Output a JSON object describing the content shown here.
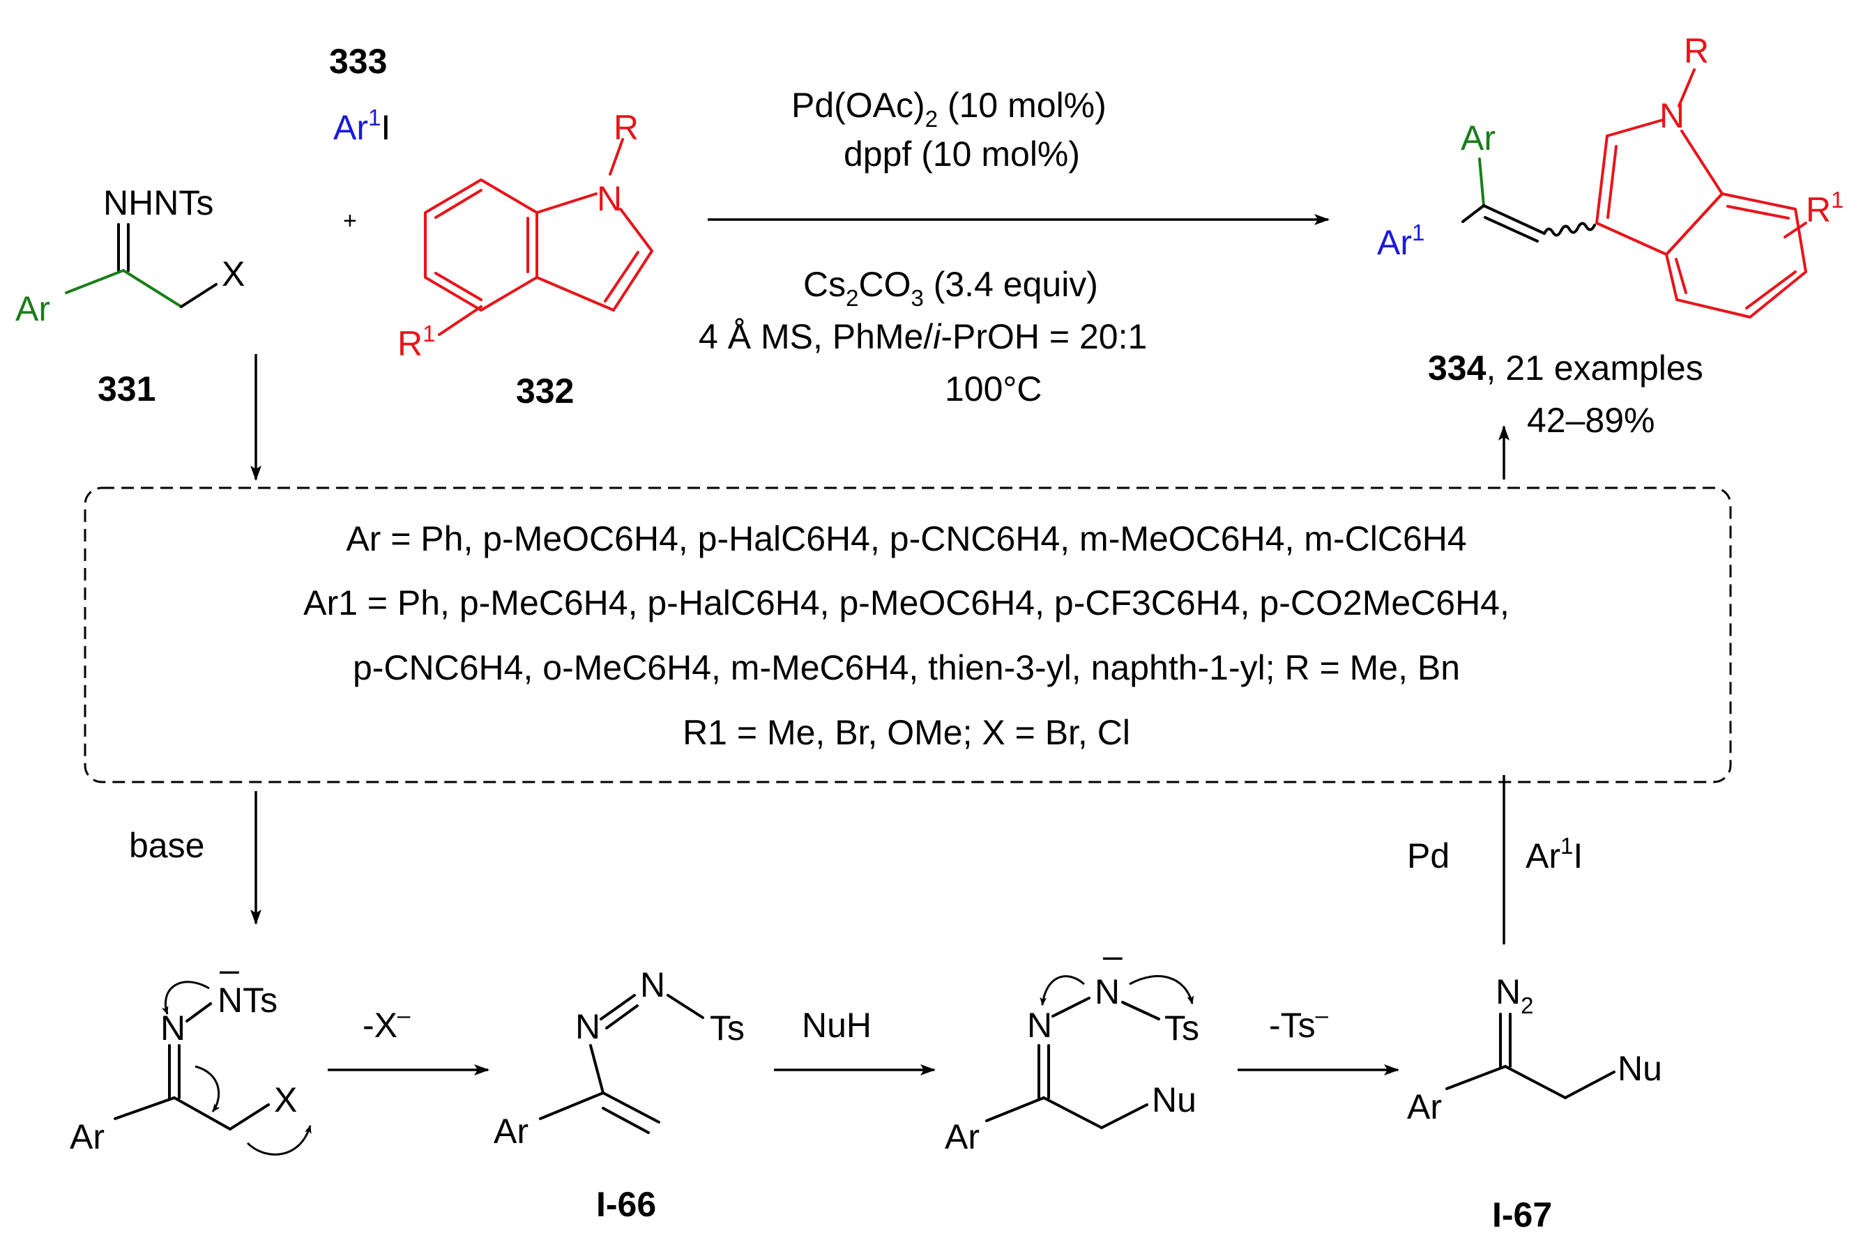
{
  "colors": {
    "green": "#1a7d1a",
    "blue": "#1a1adc",
    "red": "#e8141a",
    "black": "#000000"
  },
  "reagents": {
    "r331_top": "NHNTs",
    "r331_ar": "Ar",
    "r331_x": "X",
    "r331_id": "331",
    "plus": "+",
    "r333_id": "333",
    "r333_ar": "Ar",
    "r333_sup": "1",
    "r333_i": "I",
    "r332_R": "R",
    "r332_N": "N",
    "r332_R1": "R",
    "r332_R1_sup": "1",
    "r332_id": "332"
  },
  "conditions": {
    "line1_a": "Pd(OAc)",
    "line1_sub": "2",
    "line1_b": " (10 mol%)",
    "line2": "dppf (10 mol%)",
    "line3_a": "Cs",
    "line3_sub1": "2",
    "line3_b": "CO",
    "line3_sub2": "3",
    "line3_c": " (3.4 equiv)",
    "line4_a": "4 Å MS, PhMe/",
    "line4_i": "i",
    "line4_b": "-PrOH = 20:1",
    "line5": "100°C"
  },
  "product": {
    "ar": "Ar",
    "ar1": "Ar",
    "ar1_sup": "1",
    "R": "R",
    "N": "N",
    "R1": "R",
    "R1_sup": "1",
    "id": "334",
    "examples": ", 21 examples",
    "yield": "42–89%"
  },
  "scope": {
    "line1": "Ar = Ph, p-MeOC6H4, p-HalC6H4, p-CNC6H4, m-MeOC6H4, m-ClC6H4",
    "line2": "Ar1 = Ph, p-MeC6H4, p-HalC6H4, p-MeOC6H4, p-CF3C6H4, p-CO2MeC6H4,",
    "line3": "p-CNC6H4, o-MeC6H4, m-MeC6H4, thien-3-yl, naphth-1-yl; R = Me, Bn",
    "line4": "R1 = Me, Br, OMe; X = Br, Cl"
  },
  "mechanism": {
    "base": "base",
    "pd": "Pd",
    "ar1i": "Ar",
    "ar1i_sup": "1",
    "ar1i_i": "I",
    "step1": "-X",
    "step2": "NuH",
    "step3": "-Ts",
    "minus": "–",
    "s1_nts": "NTs",
    "s1_n": "N",
    "s1_x": "X",
    "s1_ar": "Ar",
    "i66_n1": "N",
    "i66_n2": "N",
    "i66_ts": "Ts",
    "i66_ar": "Ar",
    "i66_id": "I-66",
    "s3_n1": "N",
    "s3_n2": "N",
    "s3_ts": "Ts",
    "s3_nu": "Nu",
    "s3_ar": "Ar",
    "i67_n2": "N",
    "i67_n2_sub": "2",
    "i67_nu": "Nu",
    "i67_ar": "Ar",
    "i67_id": "I-67"
  }
}
